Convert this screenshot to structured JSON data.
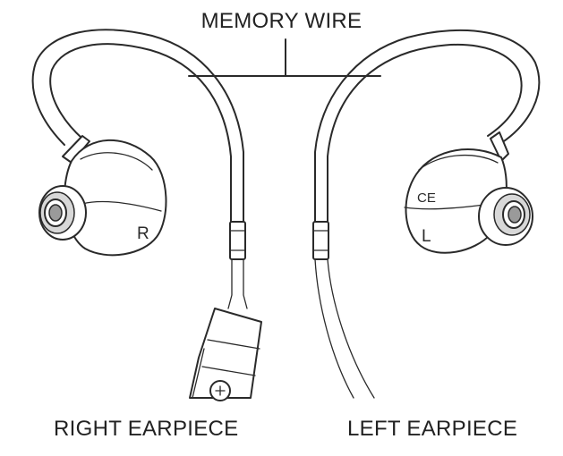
{
  "labels": {
    "title": "MEMORY WIRE",
    "right_earpiece": "RIGHT EARPIECE",
    "left_earpiece": "LEFT EARPIECE"
  },
  "marks": {
    "right_letter": "R",
    "left_letter": "L",
    "ce_mark": "CE"
  },
  "colors": {
    "line": "#2a2a2a",
    "background": "#ffffff"
  }
}
